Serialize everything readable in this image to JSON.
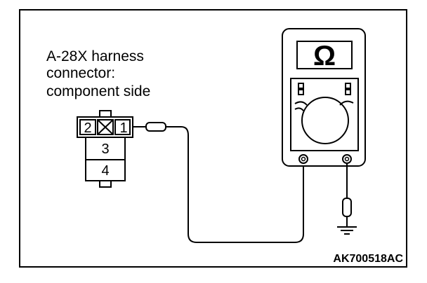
{
  "connector_label": {
    "line1": "A-28X harness",
    "line2": "connector:",
    "line3": "component side"
  },
  "connector": {
    "pins": {
      "pin1": "1",
      "pin2": "2",
      "pin3": "3",
      "pin4": "4"
    }
  },
  "meter": {
    "display_symbol": "Ω",
    "mode": "ohmmeter"
  },
  "figure_code": "AK700518AC",
  "icons": {
    "ground": "ground-icon",
    "probe": "test-probe-icon",
    "meter": "multimeter-icon"
  }
}
